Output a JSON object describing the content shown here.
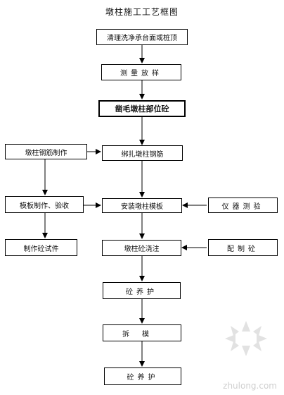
{
  "title": "墩柱施工工艺框图",
  "nodes": {
    "clean": "清理洗净承台面或桩顶",
    "survey": "测量放样",
    "chisel": "凿毛墩柱部位砼",
    "rebar_make": "墩柱钢筋制作",
    "rebar_tie": "绑扎墩柱钢筋",
    "form_make": "模板制作、验收",
    "form_install": "安装墩柱模板",
    "instrument": "仪器测验",
    "specimen": "制作砼试件",
    "pour": "墩柱砼浇注",
    "mix": "配制砼",
    "cure1": "砼养护",
    "strip": "拆模",
    "cure2": "砼养护"
  },
  "watermark": "zhulong.com"
}
